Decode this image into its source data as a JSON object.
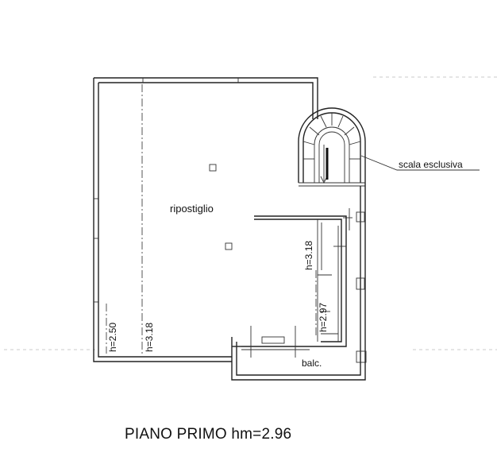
{
  "labels": {
    "room": "ripostiglio",
    "stair": "scala esclusiva",
    "balcony": "balc.",
    "height_left_outer": "h=2.50",
    "height_left_inner": "h=3.18",
    "height_right_upper": "h=3.18",
    "height_right_lower": "h=2.97"
  },
  "title": "PIANO PRIMO hm=2.96"
}
